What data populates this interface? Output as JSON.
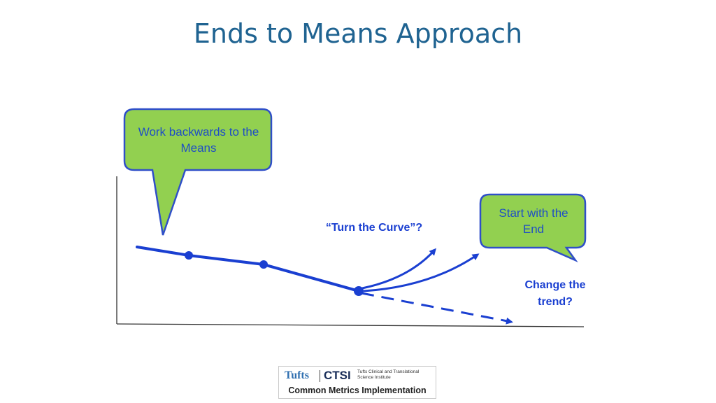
{
  "title": "Ends to Means Approach",
  "callouts": {
    "work_backwards": "Work backwards to the Means",
    "start_with_end": "Start with the End"
  },
  "annotations": {
    "turn_the_curve": "“Turn the Curve”?",
    "change_the_trend": "Change the trend?"
  },
  "logo": {
    "tufts": "Tufts",
    "ctsi": "CTSI",
    "institute": "Tufts Clinical and Translational Science Institute",
    "program": "Common Metrics Implementation"
  },
  "colors": {
    "title": "#1f6391",
    "callout_fill": "#92d050",
    "callout_border": "#2f4fc8",
    "line": "#1a3fd1",
    "axis": "#333333"
  }
}
